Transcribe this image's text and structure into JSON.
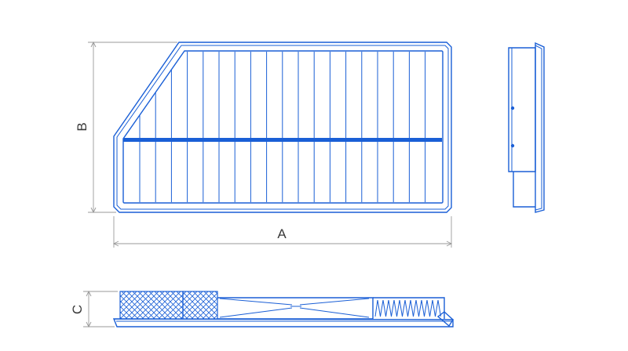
{
  "diagram": {
    "labels": {
      "length": "A",
      "width": "B",
      "height": "C"
    },
    "colors": {
      "line": "#1a5fd6",
      "dimension": "#9a9a9a",
      "text": "#3a3a3a"
    }
  }
}
